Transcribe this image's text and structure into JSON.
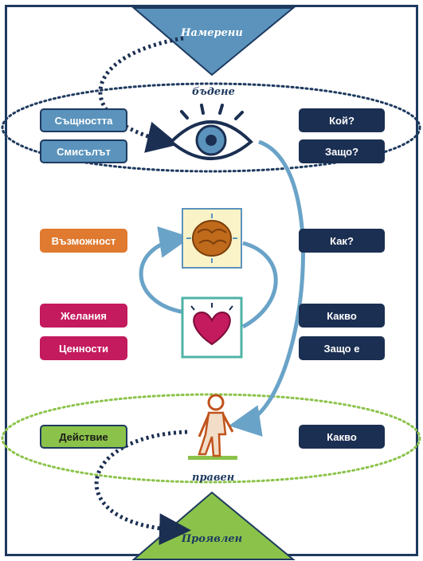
{
  "top_label": "Намерени",
  "bottom_label": "Проявлен",
  "upper_ellipse_label": "бъдене",
  "lower_ellipse_label": "правен",
  "left": {
    "essence": "Същността",
    "meaning": "Смисълът",
    "opportunity": "Възможност",
    "desires": "Желания",
    "values": "Ценности",
    "action": "Действие"
  },
  "right": {
    "who": "Кой?",
    "why": "Защо?",
    "how": "Как?",
    "what1": "Какво",
    "why_is": "Защо е",
    "what2": "Какво"
  },
  "icons": [
    "eye-icon",
    "brain-icon",
    "heart-icon",
    "walking-figure-icon"
  ],
  "colors": {
    "frame": "#1e3a5f",
    "triangle_top": "#5b93bc",
    "triangle_bottom": "#8bc34a",
    "navy": "#1b2f52",
    "orange": "#e07a30",
    "magenta": "#c41a5e",
    "green": "#8bc34a",
    "flow_arrow": "#6aa3c8"
  }
}
